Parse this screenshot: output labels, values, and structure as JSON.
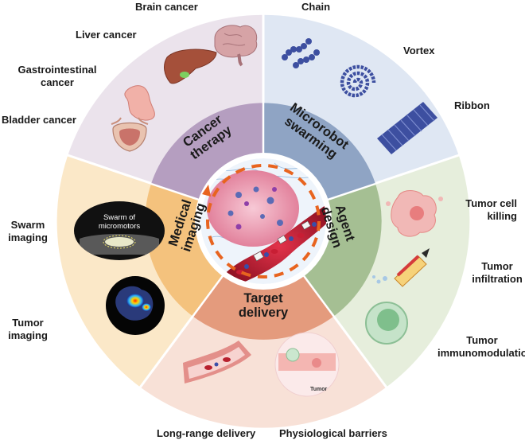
{
  "sectors": {
    "cancer_therapy": {
      "label_lines": [
        "Cancer",
        "therapy"
      ],
      "items": [
        "Brain cancer",
        "Liver cancer",
        "Gastrointestinal cancer",
        "Bladder cancer"
      ]
    },
    "microrobot_swarming": {
      "label_lines": [
        "Microrobot",
        "swarming"
      ],
      "items": [
        "Chain",
        "Vortex",
        "Ribbon"
      ]
    },
    "agent_design": {
      "label_lines": [
        "Agent",
        "design"
      ],
      "items": [
        "Tumor cell killing",
        "Tumor infiltration",
        "Tumor immunomodulation"
      ]
    },
    "target_delivery": {
      "label_lines": [
        "Target",
        "delivery"
      ],
      "items": [
        "Long-range delivery",
        "Physiological barriers"
      ],
      "inset_label": "Tumor"
    },
    "medical_imaging": {
      "label_lines": [
        "Medical",
        "imaging"
      ],
      "items": [
        "Swarm imaging",
        "Tumor imaging"
      ],
      "inset_label_lines": [
        "Swarm of",
        "micromotors"
      ]
    }
  },
  "colors": {
    "cancer_outer": "#ebe3ec",
    "cancer_inner": "#b59ec0",
    "swarm_outer": "#dfe7f3",
    "swarm_inner": "#8fa4c4",
    "agent_outer": "#e6eedc",
    "agent_inner": "#a5bf93",
    "delivery_outer": "#f8e1d7",
    "delivery_inner": "#e49b7d",
    "imaging_outer": "#fbe8c8",
    "imaging_inner": "#f4c27d",
    "dash": "#e8641f"
  }
}
